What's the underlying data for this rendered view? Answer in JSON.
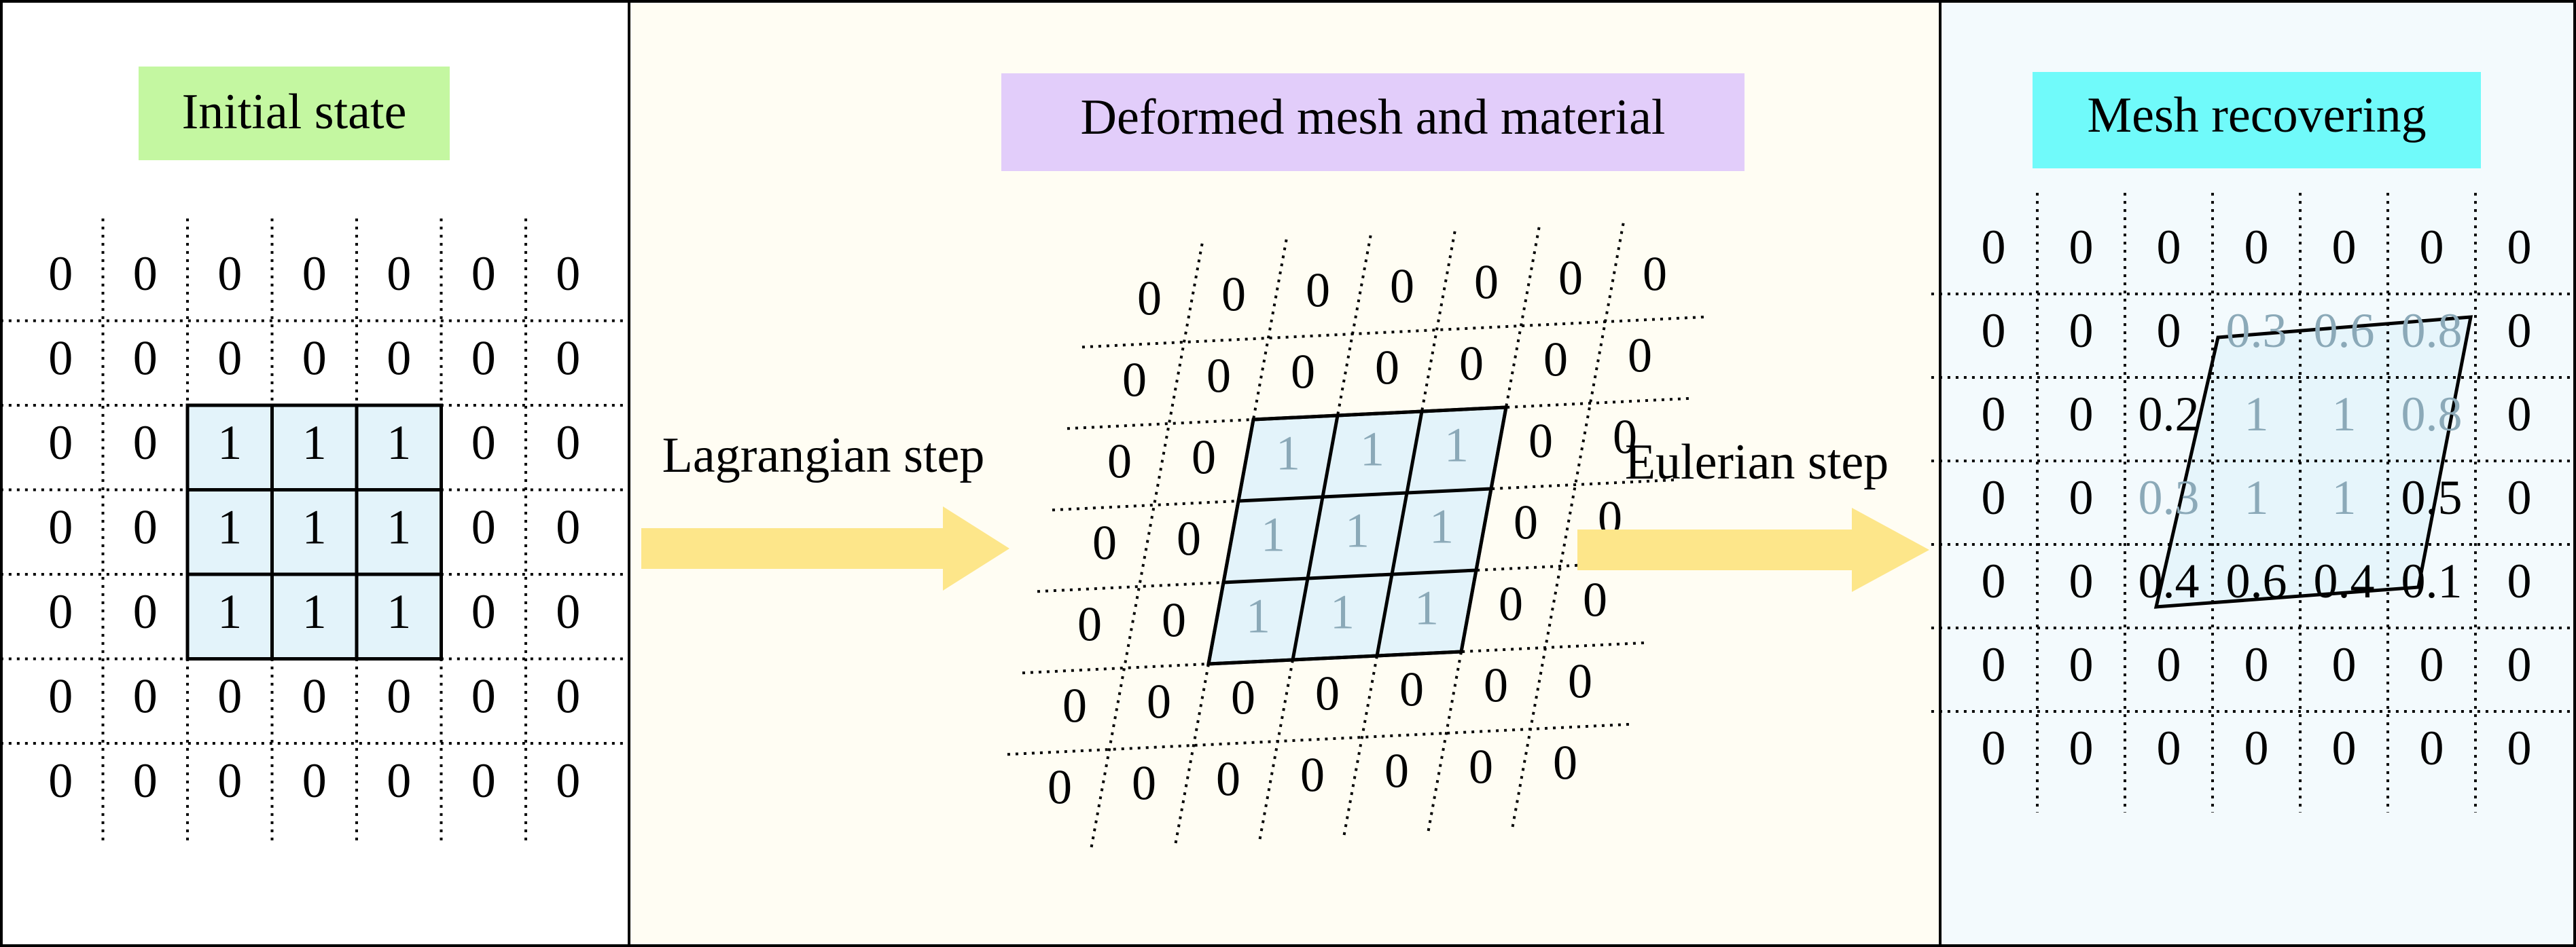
{
  "panels": {
    "initial": {
      "title": "Initial state",
      "title_bg": "#c4f7a1",
      "background": "#ffffff",
      "grid": [
        [
          "0",
          "0",
          "0",
          "0",
          "0",
          "0",
          "0"
        ],
        [
          "0",
          "0",
          "0",
          "0",
          "0",
          "0",
          "0"
        ],
        [
          "0",
          "0",
          "1",
          "1",
          "1",
          "0",
          "0"
        ],
        [
          "0",
          "0",
          "1",
          "1",
          "1",
          "0",
          "0"
        ],
        [
          "0",
          "0",
          "1",
          "1",
          "1",
          "0",
          "0"
        ],
        [
          "0",
          "0",
          "0",
          "0",
          "0",
          "0",
          "0"
        ],
        [
          "0",
          "0",
          "0",
          "0",
          "0",
          "0",
          "0"
        ]
      ]
    },
    "deformed": {
      "title": "Deformed mesh and material",
      "title_bg": "#e2cdfa",
      "background": "#fffdf3",
      "grid": [
        [
          "0",
          "0",
          "0",
          "0",
          "0",
          "0",
          "0"
        ],
        [
          "0",
          "0",
          "0",
          "0",
          "0",
          "0",
          "0"
        ],
        [
          "0",
          "0",
          "1",
          "1",
          "1",
          "0",
          "0"
        ],
        [
          "0",
          "0",
          "1",
          "1",
          "1",
          "0",
          "0"
        ],
        [
          "0",
          "0",
          "1",
          "1",
          "1",
          "0",
          "0"
        ],
        [
          "0",
          "0",
          "0",
          "0",
          "0",
          "0",
          "0"
        ],
        [
          "0",
          "0",
          "0",
          "0",
          "0",
          "0",
          "0"
        ]
      ]
    },
    "recovered": {
      "title": "Mesh recovering",
      "title_bg": "#70fafa",
      "background": "#f3fafd",
      "grid": [
        [
          "0",
          "0",
          "0",
          "0",
          "0",
          "0",
          "0"
        ],
        [
          "0",
          "0",
          "0",
          "0.3",
          "0.6",
          "0.8",
          "0"
        ],
        [
          "0",
          "0",
          "0.2",
          "1",
          "1",
          "0.8",
          "0"
        ],
        [
          "0",
          "0",
          "0.3",
          "1",
          "1",
          "0.5",
          "0"
        ],
        [
          "0",
          "0",
          "0.4",
          "0.6",
          "0.4",
          "0.1",
          "0"
        ],
        [
          "0",
          "0",
          "0",
          "0",
          "0",
          "0",
          "0"
        ],
        [
          "0",
          "0",
          "0",
          "0",
          "0",
          "0",
          "0"
        ]
      ]
    }
  },
  "arrows": {
    "lagrangian": "Lagrangian step",
    "eulerian": "Eulerian step",
    "color": "#fde68a"
  },
  "colors": {
    "material_fill": "#e3f3fa",
    "faded_text": "#8ba9b8",
    "text": "#000000"
  }
}
